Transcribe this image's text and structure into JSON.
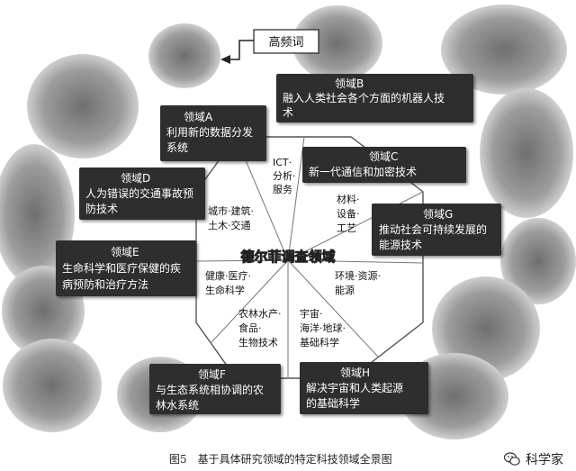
{
  "high_freq_label": "高频词",
  "center_label": "德尔菲调查领域",
  "sectors": [
    {
      "id": "ict",
      "lines": [
        "ICT·",
        "分析·",
        "服务"
      ]
    },
    {
      "id": "materials",
      "lines": [
        "材料·",
        "设备·",
        "工艺"
      ]
    },
    {
      "id": "env",
      "lines": [
        "环境·资源·",
        "能源"
      ]
    },
    {
      "id": "space",
      "lines": [
        "宇宙·",
        "海洋·地球·",
        "基础科学"
      ]
    },
    {
      "id": "agri",
      "lines": [
        "农林水产·",
        "食品·",
        "生物技术"
      ]
    },
    {
      "id": "health",
      "lines": [
        "健康·医疗·",
        "生命科学"
      ]
    },
    {
      "id": "city",
      "lines": [
        "城市·建筑·",
        "土木·交通"
      ]
    }
  ],
  "fields": [
    {
      "id": "A",
      "title": "领域A",
      "lines": [
        "利用新的数据分发",
        "系统"
      ]
    },
    {
      "id": "B",
      "title": "领域B",
      "lines": [
        "融入人类社会各个方面的机器人技",
        "术"
      ]
    },
    {
      "id": "C",
      "title": "领域C",
      "lines": [
        "新一代通信和加密技术"
      ]
    },
    {
      "id": "D",
      "title": "领域D",
      "lines": [
        "人为错误的交通事故预",
        "防技术"
      ]
    },
    {
      "id": "G",
      "title": "领域G",
      "lines": [
        "推动社会可持续发展的",
        "能源技术"
      ]
    },
    {
      "id": "E",
      "title": "领域E",
      "lines": [
        "生命科学和医疗保健的疾",
        "病预防和治疗方法"
      ]
    },
    {
      "id": "F",
      "title": "领域F",
      "lines": [
        "与生态系统相协调的农",
        "林水系统"
      ]
    },
    {
      "id": "H",
      "title": "领域H",
      "lines": [
        "解决宇宙和人类起源",
        "的基础科学"
      ]
    }
  ],
  "caption": "图5　基于具体研究领域的特定科技领域全景图",
  "brand": "科学家",
  "colors": {
    "box": "#2e2e2e",
    "box_text": "#ffffff",
    "octagon": "#ffffff",
    "cloud": "#9a9a9a"
  }
}
